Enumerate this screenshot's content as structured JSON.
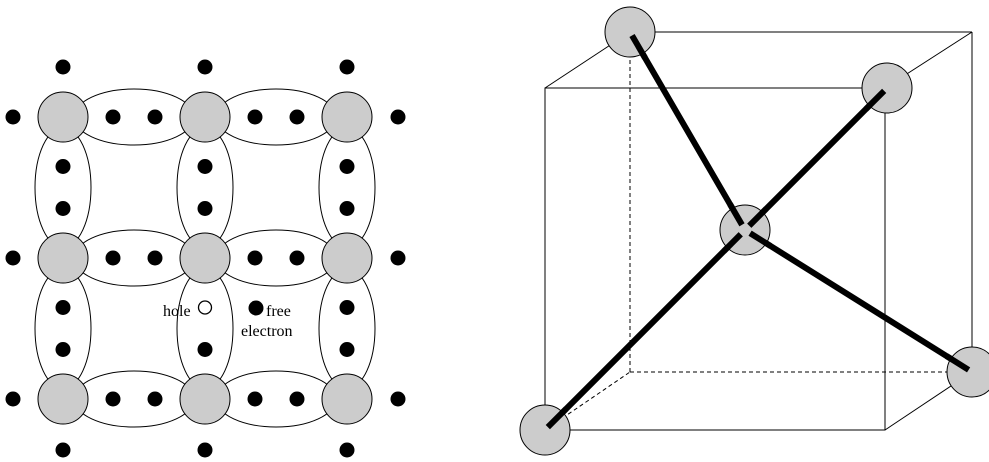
{
  "left_diagram": {
    "hole_label": "hole",
    "free_label_line1": "free",
    "free_label_line2": "electron",
    "atom_fill": "#cccccc",
    "electron_color": "#000000"
  },
  "right_diagram": {
    "atom_fill": "#cccccc",
    "bond_color": "#000000"
  }
}
